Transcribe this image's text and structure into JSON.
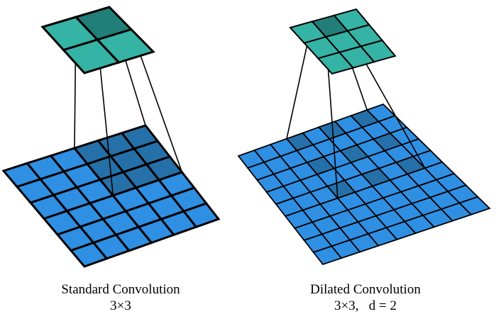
{
  "colors": {
    "output_cell": "#35b3a5",
    "output_cell_active": "#217e78",
    "input_cell": "#2f8fe3",
    "input_cell_active": "#2670a9",
    "stroke": "#000000"
  },
  "panels": [
    {
      "title": "Standard Convolution",
      "kernel_label": "3×3",
      "input_grid": 6,
      "output_grid": 2,
      "active_output_cell": [
        1,
        0
      ],
      "receptive_field": {
        "start": [
          3,
          0
        ],
        "span": 3,
        "step": 1
      }
    },
    {
      "title": "Dilated Convolution",
      "kernel_label": "3×3,   d = 2",
      "input_grid": 9,
      "output_grid": 3,
      "active_output_cell": [
        1,
        0
      ],
      "receptive_field": {
        "start": [
          3,
          0
        ],
        "span": 5,
        "step": 2
      }
    }
  ]
}
